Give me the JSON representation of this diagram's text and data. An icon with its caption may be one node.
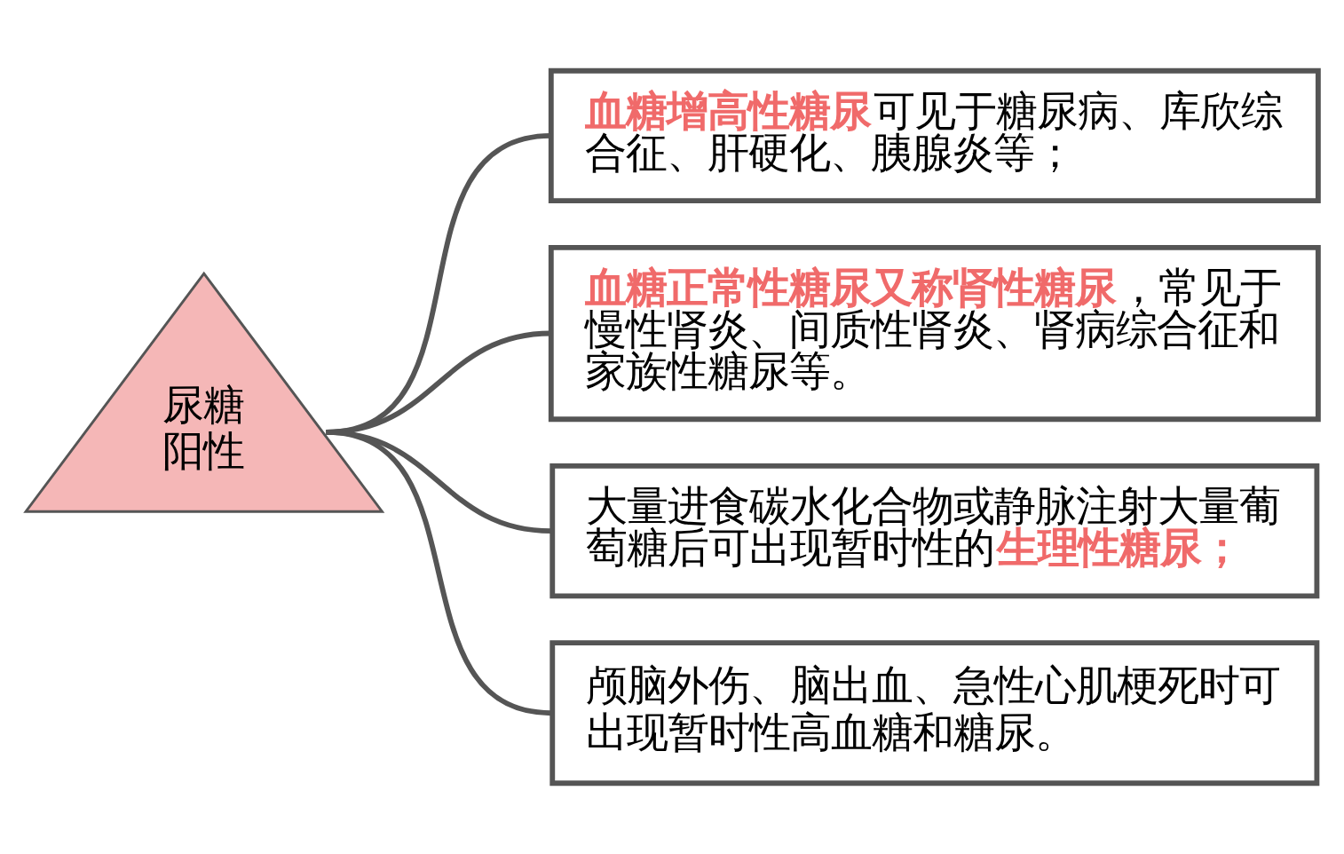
{
  "diagram": {
    "nodes": [
      {
        "text": [
          "尿糖阳性"
        ]
      },
      {
        "text": [
          "**血糖增高性糖尿**可见于糖尿病、库欣综合征、肝硬化、胰腺炎等；"
        ]
      },
      {
        "text": [
          "**血糖正常性糖尿又称肾性糖尿**，常见于慢性肾炎、间质性肾炎、肾病综合征和家族性糖尿等。"
        ]
      },
      {
        "text": [
          "大量进食碳水化合物或静脉注射大量葡萄糖后可出现暂时性的**生理性糖尿；**"
        ]
      },
      {
        "text": [
          "颅脑外伤、脑出血、急性心肌梗死时可出现暂时性高血糖和糖尿。"
        ]
      }
    ],
    "edges": [
      {
        "from": 0,
        "to": 1,
        "arrow": "none"
      },
      {
        "from": 0,
        "to": 2,
        "arrow": "none"
      },
      {
        "from": 0,
        "to": 3,
        "arrow": "none"
      },
      {
        "from": 0,
        "to": 4,
        "arrow": "none"
      }
    ]
  }
}
